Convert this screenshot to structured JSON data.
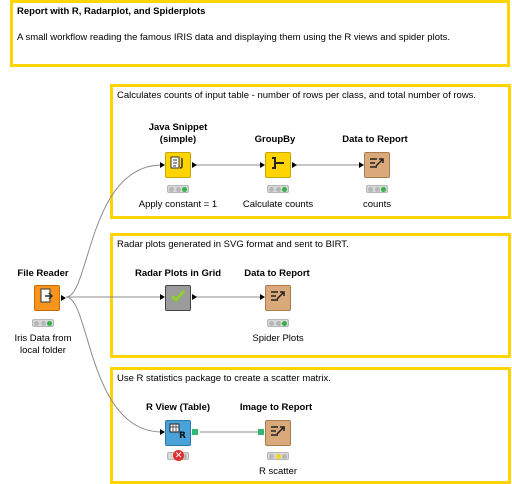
{
  "annotations": {
    "header_title": "Report with R, Radarplot, and Spiderplots",
    "header_desc": "A small workflow reading the famous IRIS data and displaying them using the R views and spider plots.",
    "counts_desc": "Calculates counts of input table - number of rows per class, and total number of rows.",
    "radar_desc": "Radar plots generated in SVG format and sent to BIRT.",
    "scatter_desc": "Use R statistics package to create a scatter matrix."
  },
  "nodes": {
    "file_reader": {
      "title": "File Reader",
      "label_line1": "Iris Data from",
      "label_line2": "local folder"
    },
    "java_snippet": {
      "title_line1": "Java Snippet",
      "title_line2": "(simple)",
      "label": "Apply constant = 1"
    },
    "groupby": {
      "title": "GroupBy",
      "label": "Calculate counts"
    },
    "data_to_report_1": {
      "title": "Data to Report",
      "label": "counts"
    },
    "radar_plots": {
      "title": "Radar Plots in Grid",
      "label": ""
    },
    "data_to_report_2": {
      "title": "Data to Report",
      "label": "Spider Plots"
    },
    "r_view": {
      "title": "R View (Table)",
      "label": ""
    },
    "image_to_report": {
      "title": "Image to Report",
      "label": "R scatter"
    }
  },
  "colors": {
    "annotation_border": "#ffd400",
    "source_node": "#f7941d",
    "manipulator_node": "#ffd400",
    "report_node": "#d9a97a",
    "view_node": "#9b9b9b",
    "r_node": "#4aa3d8",
    "image_port": "#2fb776",
    "status_green": "#33b24a",
    "status_yellow": "#f5d414",
    "status_error": "#e03030"
  },
  "icons": {
    "file_reader": "file-arrow-icon",
    "java_snippet": "java-code-icon",
    "groupby": "group-bracket-icon",
    "report": "report-arrow-icon",
    "radar": "check-mark-icon",
    "r_view": "r-table-icon",
    "image_to_report": "image-report-icon",
    "error": "error-x-icon"
  }
}
